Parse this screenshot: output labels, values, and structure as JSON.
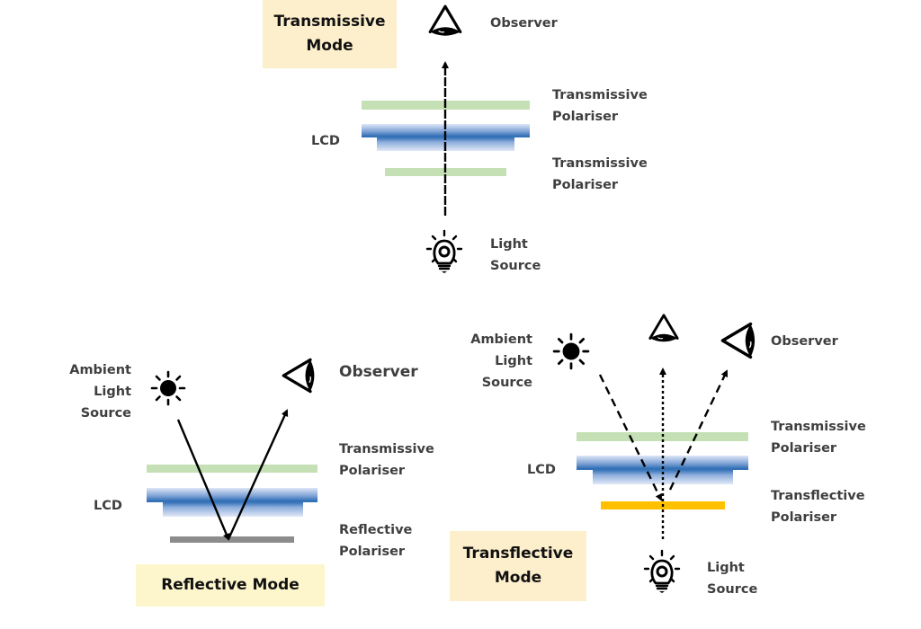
{
  "colors": {
    "transmissive_polariser": "#c5e0b4",
    "lcd_dark": "#2e6db4",
    "lcd_light": "#dbe4f5",
    "reflective_polariser": "#8c8c8c",
    "transflective_polariser": "#ffc000",
    "mode_box_transmissive": "#fdefcc",
    "mode_box_reflective": "#fdf6cc",
    "mode_box_transflective": "#fdefcc",
    "label_text": "#3f3f3f"
  },
  "panels": {
    "transmissive": {
      "title": "Transmissive\nMode",
      "observer_label": "Observer",
      "lcd_label": "LCD",
      "top_polariser_label": "Transmissive\nPolariser",
      "bottom_polariser_label": "Transmissive\nPolariser",
      "light_label": "Light\nSource",
      "icons": [
        "eye-icon",
        "light-bulb-icon"
      ]
    },
    "reflective": {
      "title": "Reflective Mode",
      "ambient_label": "Ambient\nLight\nSource",
      "observer_label": "Observer",
      "lcd_label": "LCD",
      "top_polariser_label": "Transmissive\nPolariser",
      "bottom_polariser_label": "Reflective\nPolariser",
      "icons": [
        "sun-icon",
        "eye-icon"
      ]
    },
    "transflective": {
      "title": "Transflective\nMode",
      "ambient_label": "Ambient\nLight\nSource",
      "observer_label": "Observer",
      "lcd_label": "LCD",
      "top_polariser_label": "Transmissive\nPolariser",
      "bottom_polariser_label": "Transflective\nPolariser",
      "light_label": "Light\nSource",
      "icons": [
        "sun-icon",
        "eye-icon",
        "eye-icon",
        "light-bulb-icon"
      ]
    }
  }
}
